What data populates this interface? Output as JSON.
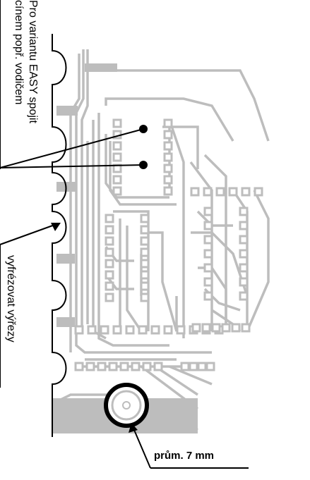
{
  "annotations": {
    "easy_note_line1": "Pro variantu EASY spojit",
    "easy_note_line2": "cínem popř. vodičem",
    "cutout_note": "vyfrézovat výřezy",
    "diameter_note": "prům. 7 mm"
  },
  "colors": {
    "trace": "#bdbdbd",
    "board_outline": "#000000",
    "annotation": "#000000"
  }
}
